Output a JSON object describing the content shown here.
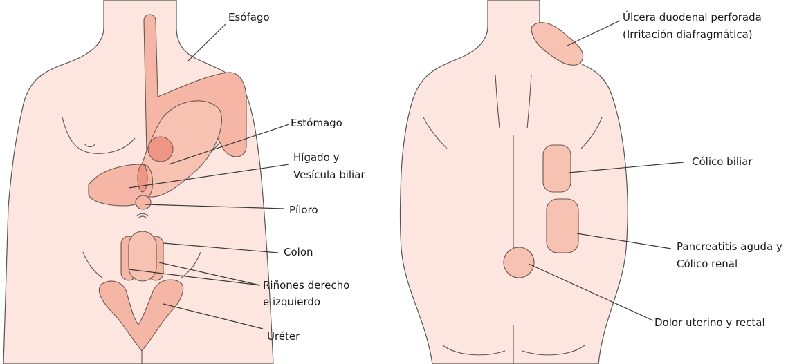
{
  "colors": {
    "skin": "#fde6df",
    "organ": "#f5b6a6",
    "organ_light": "#f8c2b2",
    "organ_dark": "#ef9583"
  },
  "front": {
    "labels": {
      "esofago": "Esófago",
      "estomago": "Estómago",
      "higado_1": "Hígado y",
      "higado_2": "Vesícula biliar",
      "piloro": "Píloro",
      "colon": "Colon",
      "rinones_1": "Riñones derecho",
      "rinones_2": "e izquierdo",
      "ureter": "Uréter"
    }
  },
  "back": {
    "labels": {
      "ulcera_1": "Úlcera duodenal perforada",
      "ulcera_2": "(Irritación diafragmática)",
      "colico_biliar": "Cólico biliar",
      "pancreatitis_1": "Pancreatitis aguda y",
      "pancreatitis_2": "Cólico renal",
      "dolor": "Dolor uterino y rectal"
    }
  }
}
